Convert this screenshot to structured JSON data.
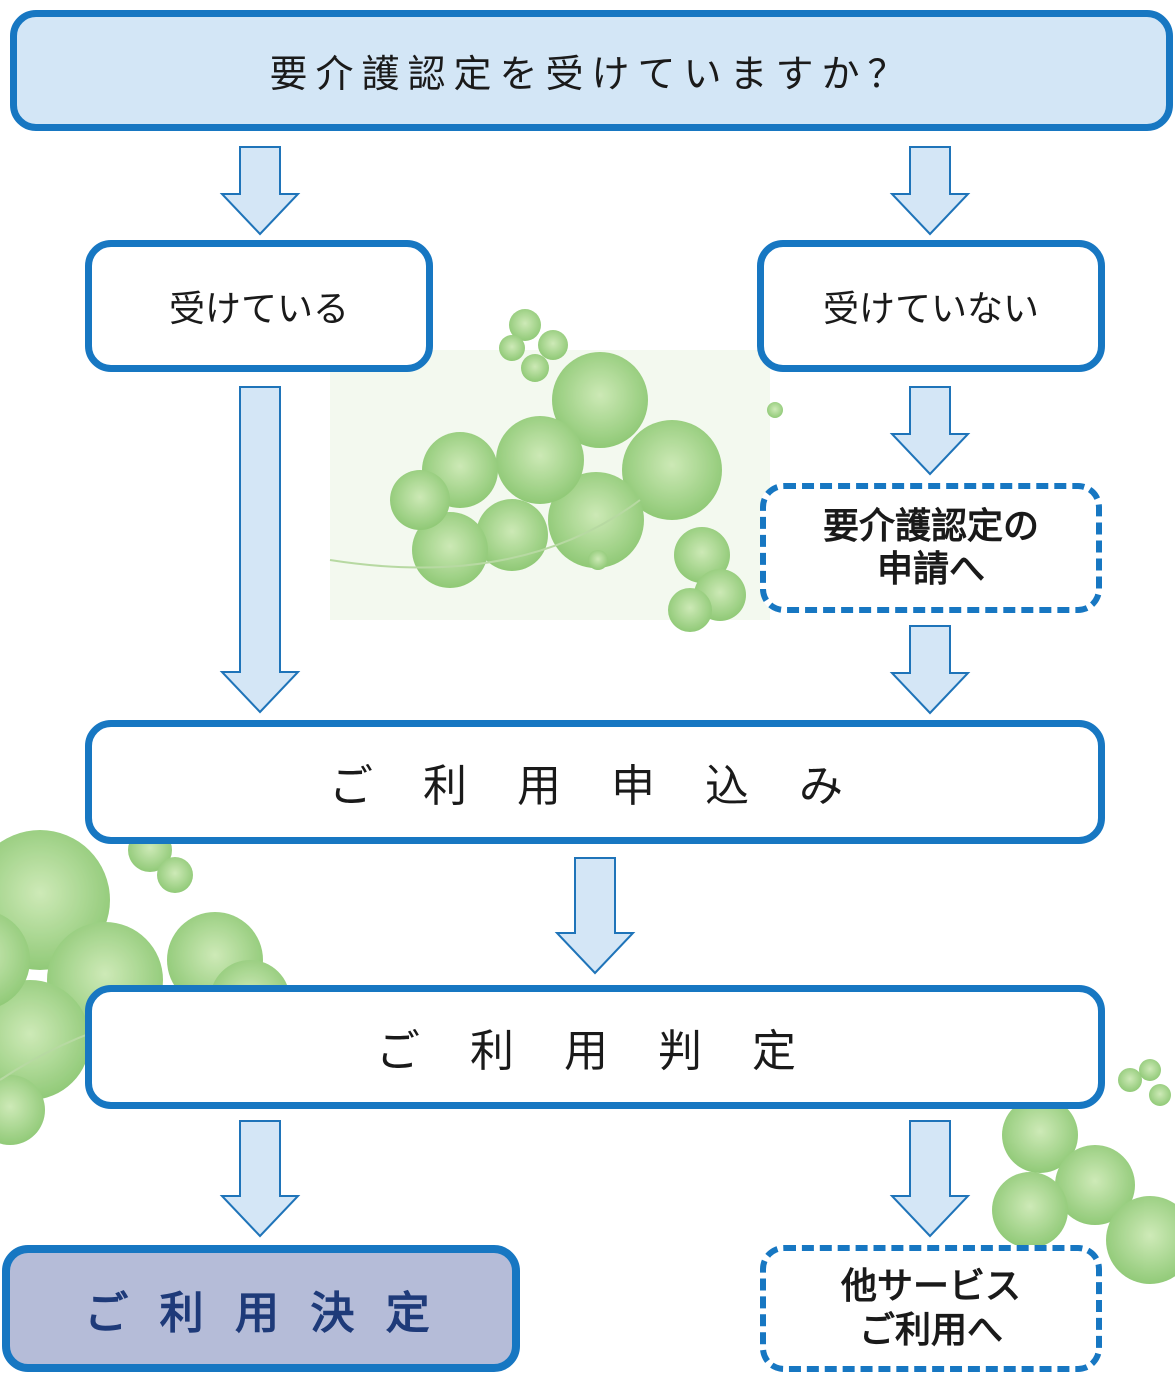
{
  "diagram": {
    "question": "要介護認定を受けていますか？",
    "yes": "受けている",
    "no": "受けていない",
    "apply_line1": "要介護認定の",
    "apply_line2": "申請へ",
    "application": "ご 利 用 申 込 み",
    "judgment": "ご 利 用 判 定",
    "decision": "ご 利 用 決 定",
    "other_line1": "他サービス",
    "other_line2": "ご利用へ"
  },
  "colors": {
    "border": "#1777c2",
    "arrow_fill": "#d4e6f6",
    "header_fill": "#d3e6f6",
    "final_fill": "#b5bcd8",
    "clover": "#8cc96e"
  }
}
